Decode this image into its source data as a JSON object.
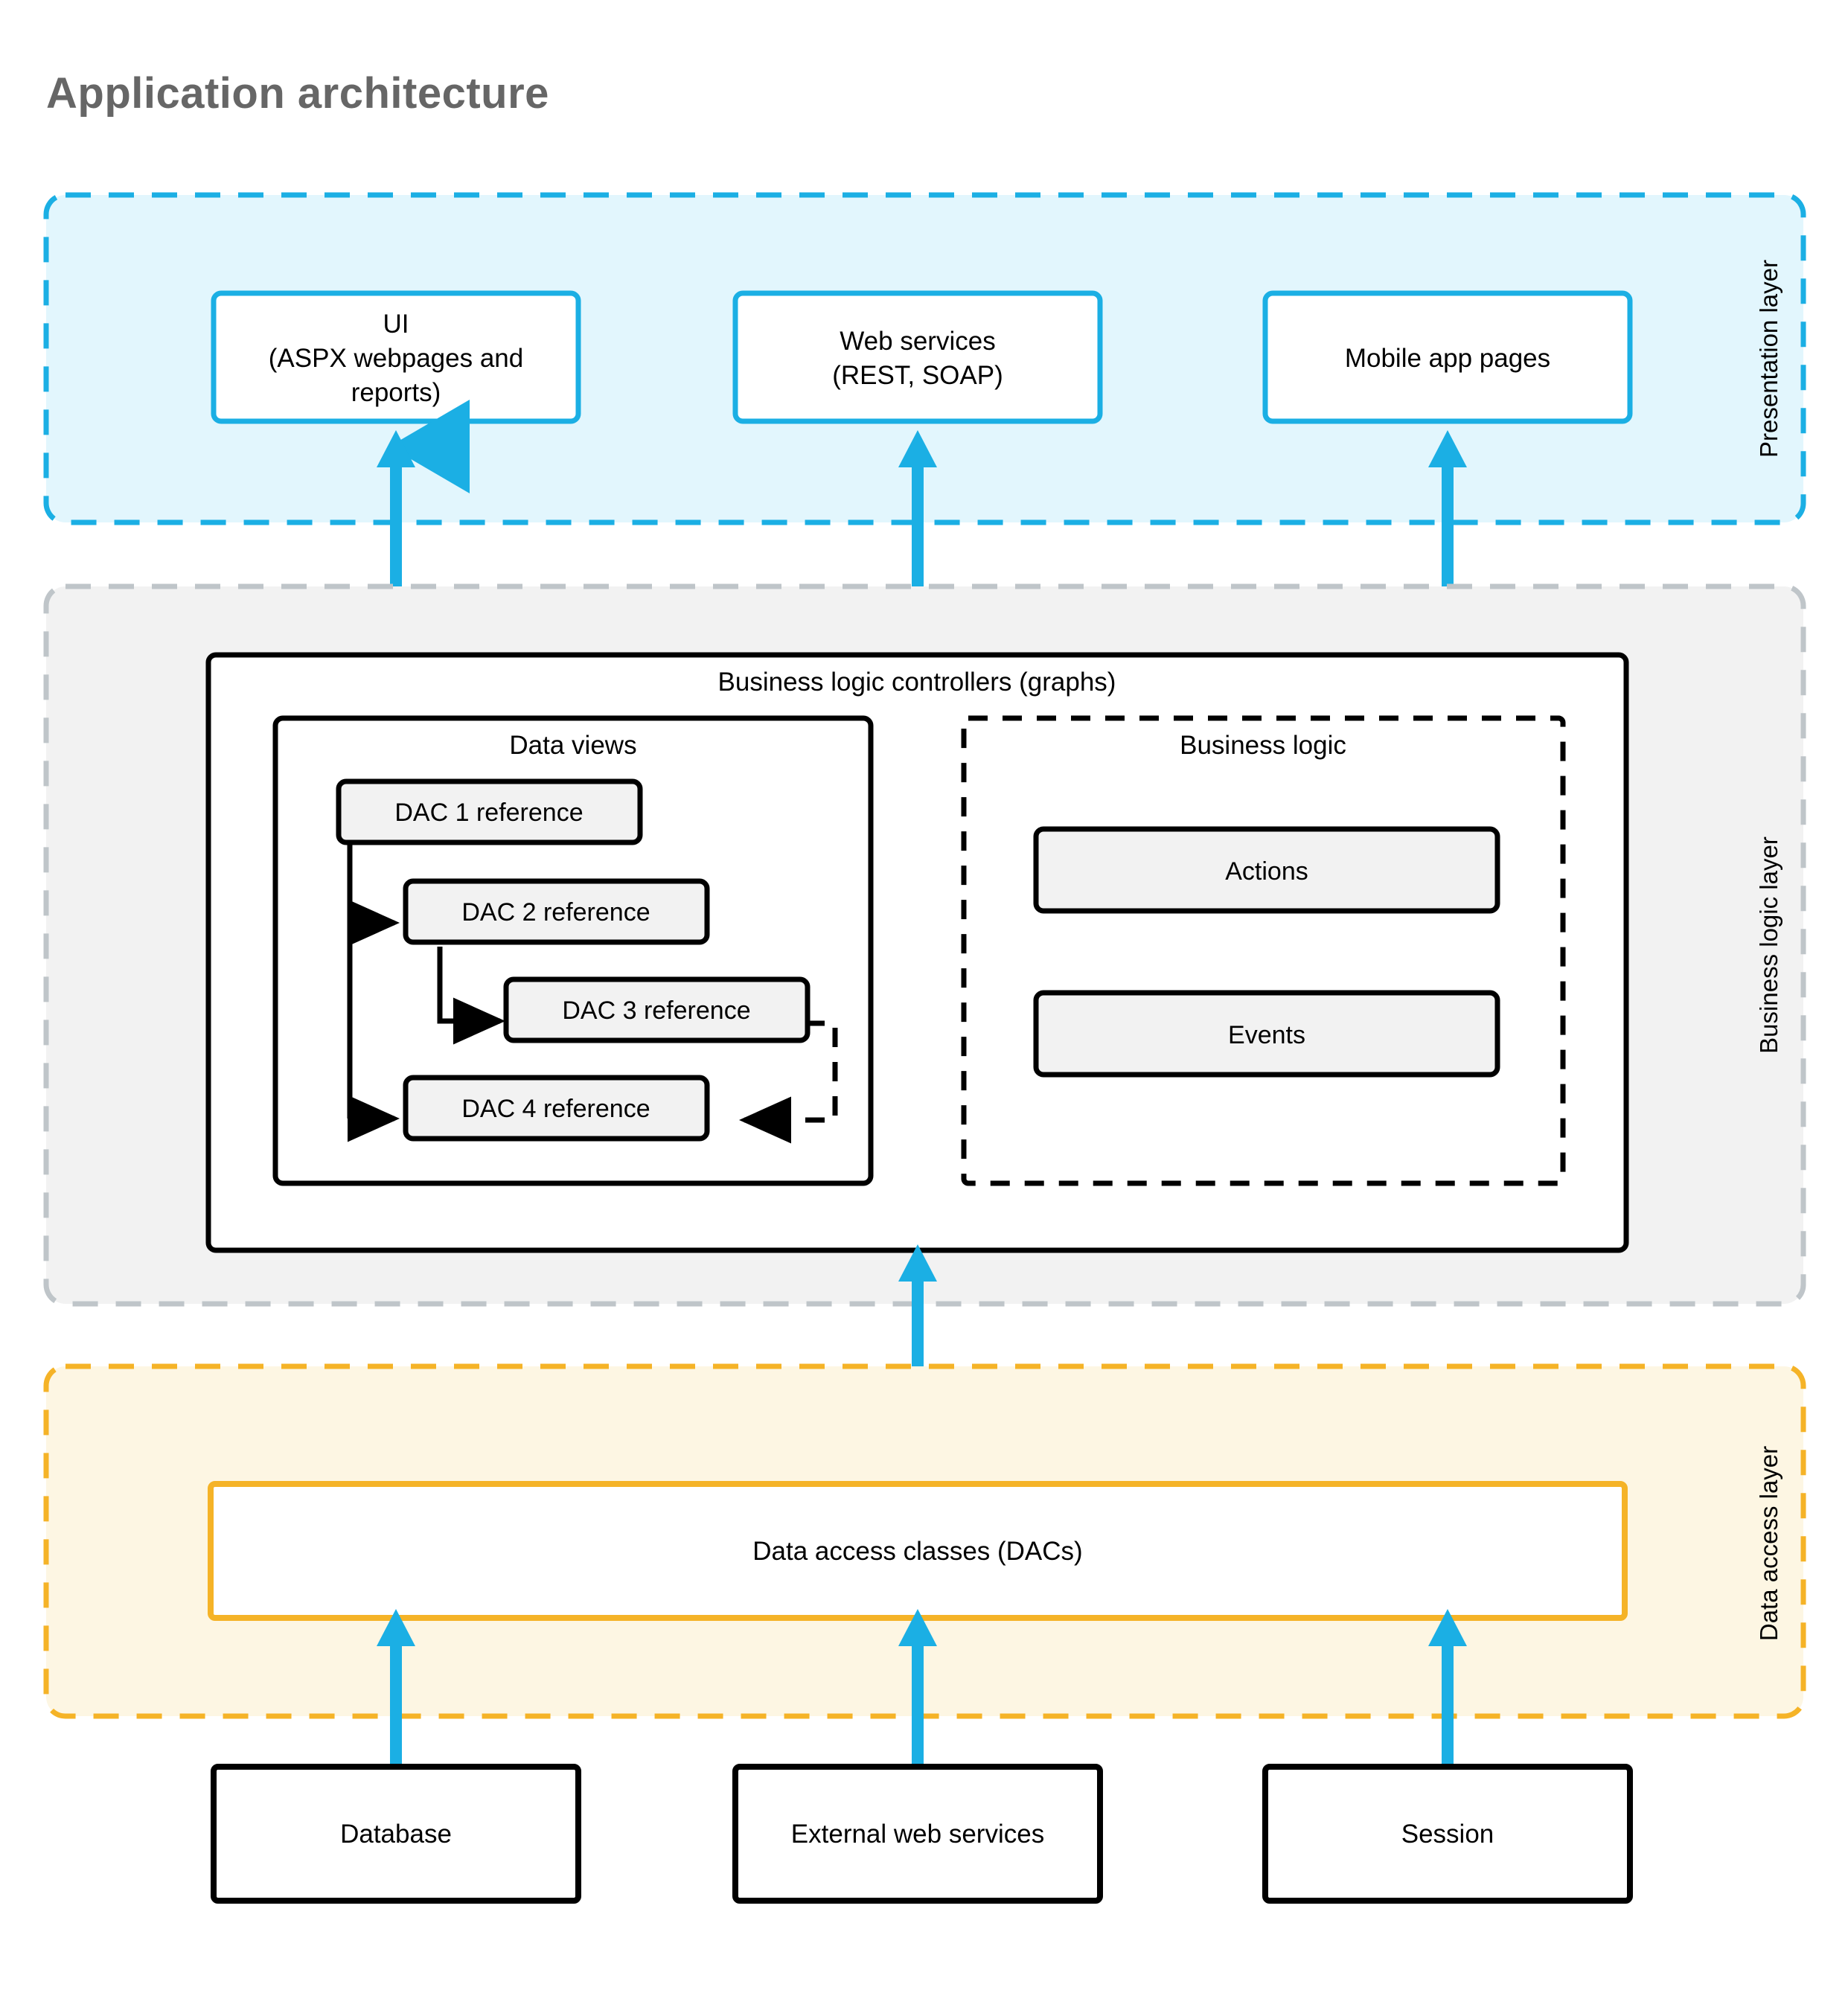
{
  "title": "Application architecture",
  "layers": [
    {
      "id": "presentation",
      "label": "Presentation layer",
      "border_color": "#1BAFE4",
      "fill_color": "#E2F6FD",
      "nodes": [
        {
          "id": "ui",
          "label_line1": "UI",
          "label_line2": "(ASPX webpages and",
          "label_line3": "reports)",
          "border_color": "#1BAFE4"
        },
        {
          "id": "web-services",
          "label_line1": "Web services",
          "label_line2": "(REST, SOAP)",
          "border_color": "#1BAFE4"
        },
        {
          "id": "mobile-app-pages",
          "label_line1": "Mobile app pages",
          "border_color": "#1BAFE4"
        }
      ]
    },
    {
      "id": "business-logic",
      "label": "Business logic layer",
      "border_color": "#BFC5C9",
      "fill_color": "#F2F2F2",
      "graphs_box": {
        "title": "Business logic controllers (graphs)",
        "data_views": {
          "title": "Data views",
          "items": [
            {
              "id": "dac-1",
              "label": "DAC 1 reference"
            },
            {
              "id": "dac-2",
              "label": "DAC 2 reference"
            },
            {
              "id": "dac-3",
              "label": "DAC 3 reference"
            },
            {
              "id": "dac-4",
              "label": "DAC 4 reference"
            }
          ]
        },
        "business_logic": {
          "title": "Business logic",
          "items": [
            {
              "id": "actions",
              "label": "Actions"
            },
            {
              "id": "events",
              "label": "Events"
            }
          ]
        }
      }
    },
    {
      "id": "data-access",
      "label": "Data access layer",
      "border_color": "#F5B327",
      "fill_color": "#FDF6E3",
      "nodes": [
        {
          "id": "dacs",
          "label_line1": "Data access classes (DACs)",
          "border_color": "#F5B327"
        }
      ]
    }
  ],
  "external_nodes": [
    {
      "id": "database",
      "label": "Database",
      "border_color": "#000000"
    },
    {
      "id": "external-web-services",
      "label": "External web services",
      "border_color": "#000000"
    },
    {
      "id": "session",
      "label": "Session",
      "border_color": "#000000"
    }
  ],
  "colors": {
    "arrow_blue": "#1BAFE4",
    "presentation_border": "#1BAFE4",
    "presentation_fill": "#E2F6FD",
    "business_border": "#BFC5C9",
    "business_fill": "#F2F2F2",
    "data_border": "#F5B327",
    "data_fill": "#FDF6E3",
    "node_gray_fill": "#F2F2F2",
    "title_gray": "#666666",
    "black": "#000000"
  }
}
